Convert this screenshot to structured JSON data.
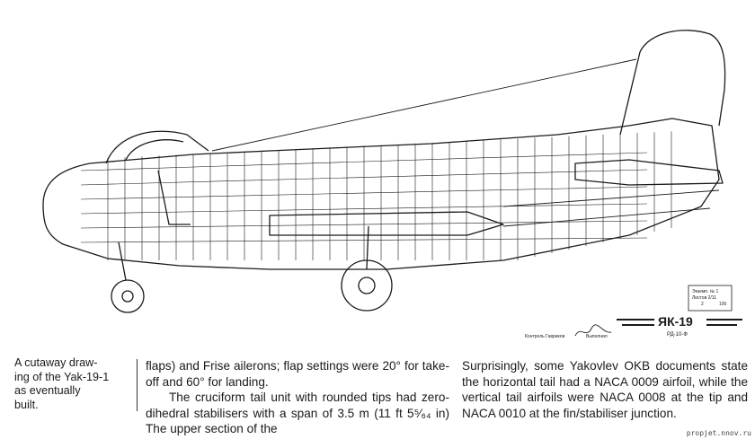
{
  "caption": "A cutaway drawing of the Yak-19-1 as eventually built.",
  "caption_lines": [
    "A cutaway draw-",
    "ing of the Yak-19-1",
    "as eventually",
    "built."
  ],
  "column1": {
    "p1": "flaps) and Frise ailerons; flap settings were 20° for take-off and 60° for landing.",
    "p2": "The cruciform tail unit with rounded tips had zero-dihedral stabilisers with a span of 3.5 m (11 ft 5⁵⁄₆₄ in) The upper section of the"
  },
  "column2": {
    "p1": "Surprisingly, some Yakovlev OKB documents state the horizontal tail had a NACA 0009 airfoil, while the vertical tail airfoils were NACA 0008 at the tip and NACA 0010 at the fin/stabiliser junction."
  },
  "drawing": {
    "logo_text": "ЯК-19",
    "logo_subtitle": "РД-10-Ф",
    "stamp_lines": [
      "Экземп. № 1",
      "Листов 2/11",
      "2",
      "100"
    ],
    "sig_label_1": "Контроль Гавриков",
    "sig_label_2": "Выполнил"
  },
  "watermark": "propjet.nnov.ru",
  "colors": {
    "ink": "#1a1a1a",
    "paper": "#ffffff"
  }
}
